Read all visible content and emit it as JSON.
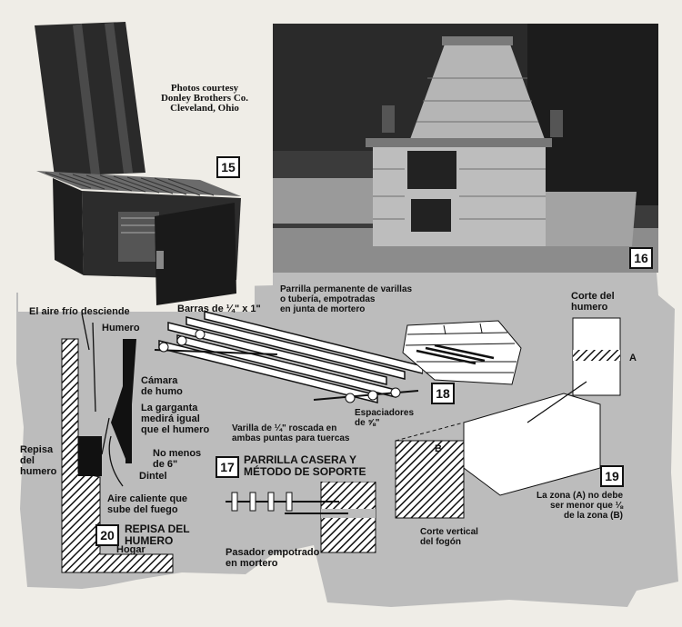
{
  "photo_credit": {
    "line1": "Photos courtesy",
    "line2": "Donley Brothers Co.",
    "line3": "Cleveland, Ohio"
  },
  "figures": {
    "fig15": {
      "number": "15"
    },
    "fig16": {
      "number": "16"
    },
    "fig17": {
      "number": "17",
      "title_line1": "PARRILLA CASERA Y",
      "title_line2": "MÉTODO DE SOPORTE",
      "bars_label": "Barras de ¼\" x 1\"",
      "grill_label_1": "Parrilla permanente de varillas",
      "grill_label_2": "o tubería, empotradas",
      "grill_label_3": "en junta de mortero",
      "rod_label_1": "Varilla de ¼\" roscada en",
      "rod_label_2": "ambas puntas para tuercas",
      "spacers_label_1": "Espaciadores",
      "spacers_label_2": "de ⅝\"",
      "pin_label_1": "Pasador empotrado",
      "pin_label_2": "en mortero"
    },
    "fig18": {
      "number": "18"
    },
    "fig19": {
      "number": "19",
      "section_label_1": "Corte del",
      "section_label_2": "humero",
      "zone_a": "A",
      "zone_b": "B",
      "vertical_cut_1": "Corte vertical",
      "vertical_cut_2": "del fogón",
      "note_1": "La zona (A) no debe",
      "note_2": "ser menor que ⅛",
      "note_3": "de la zona (B)"
    },
    "fig20": {
      "number": "20",
      "title_line1": "REPISA DEL",
      "title_line2": "HUMERO",
      "cold_air": "El aire frío desciende",
      "flue": "Humero",
      "smoke_chamber_1": "Cámara",
      "smoke_chamber_2": "de humo",
      "throat_1": "La garganta",
      "throat_2": "medirá igual",
      "throat_3": "que el humero",
      "min_1": "No menos",
      "min_2": "de 6\"",
      "lintel": "Dintel",
      "shelf_1": "Repisa",
      "shelf_2": "del",
      "shelf_3": "humero",
      "hot_air_1": "Aire caliente que",
      "hot_air_2": "sube del fuego",
      "hearth": "Hogar"
    }
  }
}
